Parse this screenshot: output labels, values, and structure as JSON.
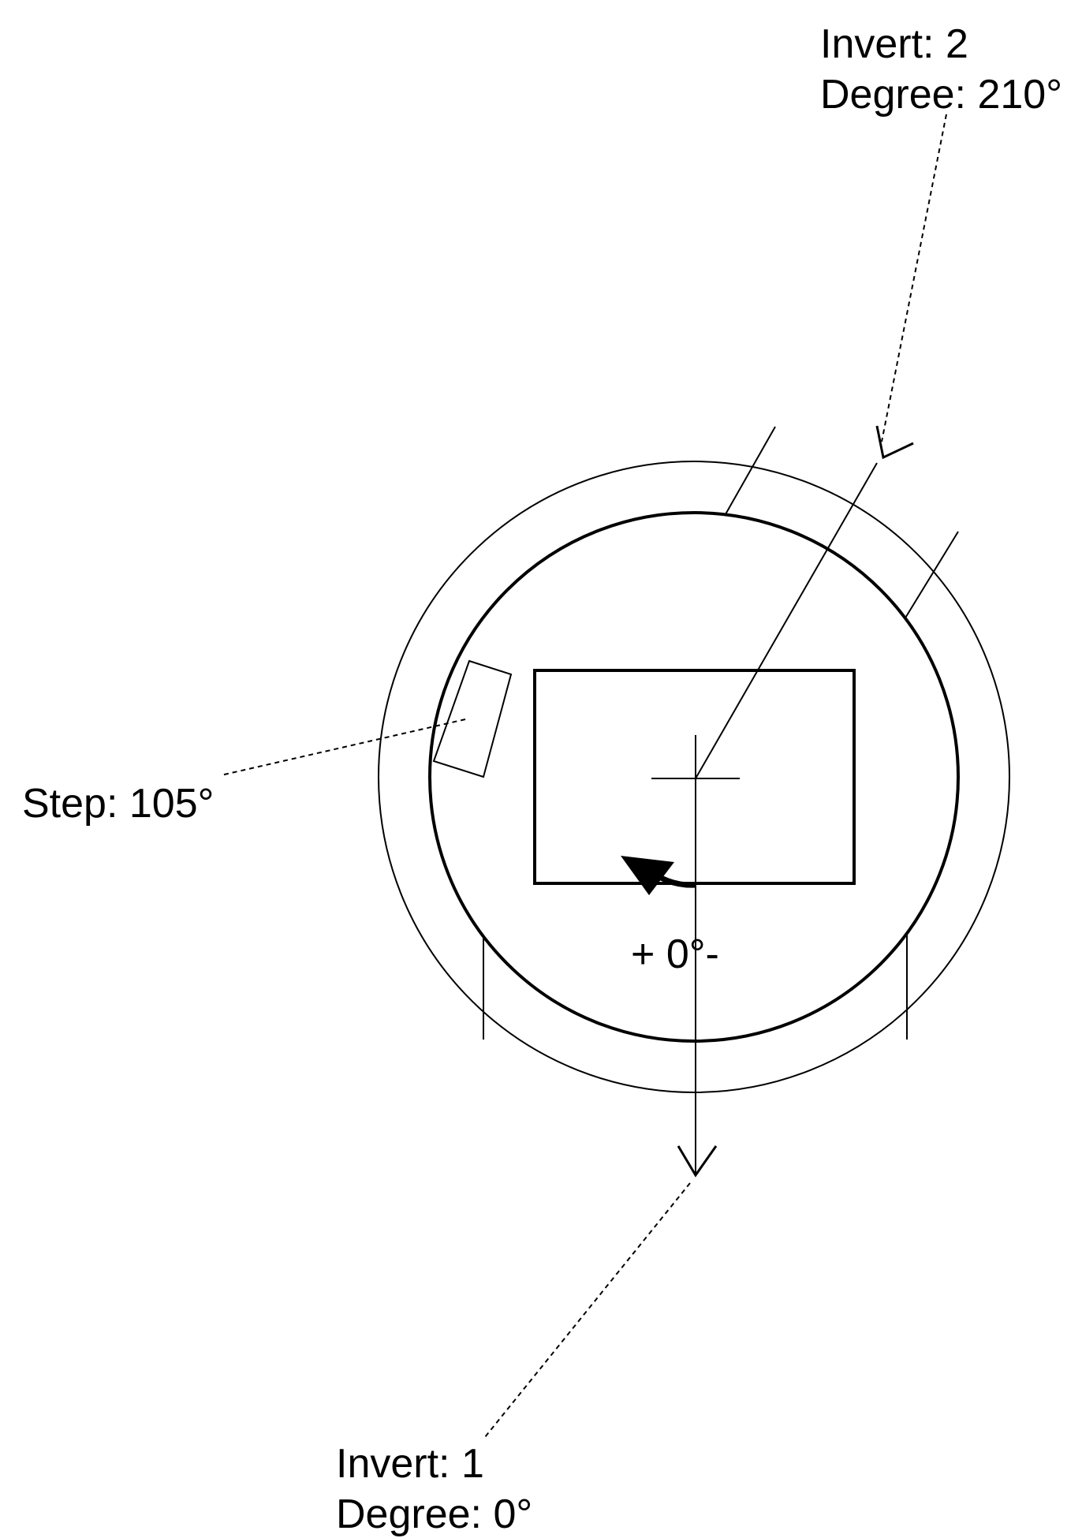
{
  "diagram": {
    "invert_2": {
      "invert_text": "Invert: 2",
      "degree_text": "Degree: 210°",
      "invert": 2,
      "degree": 210
    },
    "invert_1": {
      "invert_text": "Invert: 1",
      "degree_text": "Degree: 0°",
      "invert": 1,
      "degree": 0
    },
    "step": {
      "text": "Step: 105°",
      "degree": 105
    },
    "rotation_label": "+ 0°-",
    "colors": {
      "stroke": "#000000",
      "background": "#ffffff"
    }
  }
}
